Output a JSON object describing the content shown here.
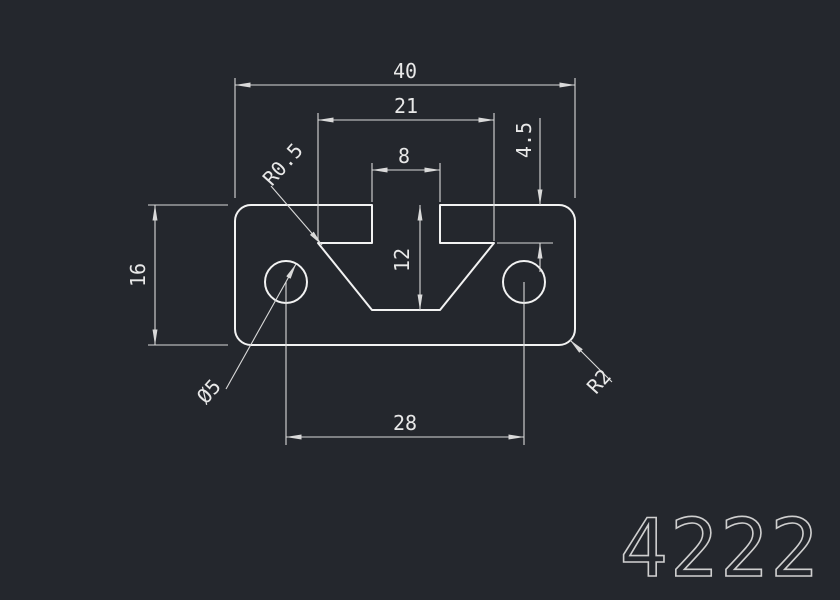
{
  "drawing": {
    "type": "cad-profile-cross-section",
    "background_color": "#24272d",
    "geometry_line_color": "#f2f2f2",
    "dimension_line_color": "#d9d9d9",
    "part_number": "4222",
    "labels": {
      "overall_width": "40",
      "slot_opening_width": "21",
      "slot_throat_width": "8",
      "slot_lip_depth": "4.5",
      "overall_height": "16",
      "slot_depth": "12",
      "hole_center_distance": "28",
      "lip_fillet_radius": "R0.5",
      "hole_diameter": "Ø5",
      "corner_fillet_radius": "R2"
    }
  }
}
